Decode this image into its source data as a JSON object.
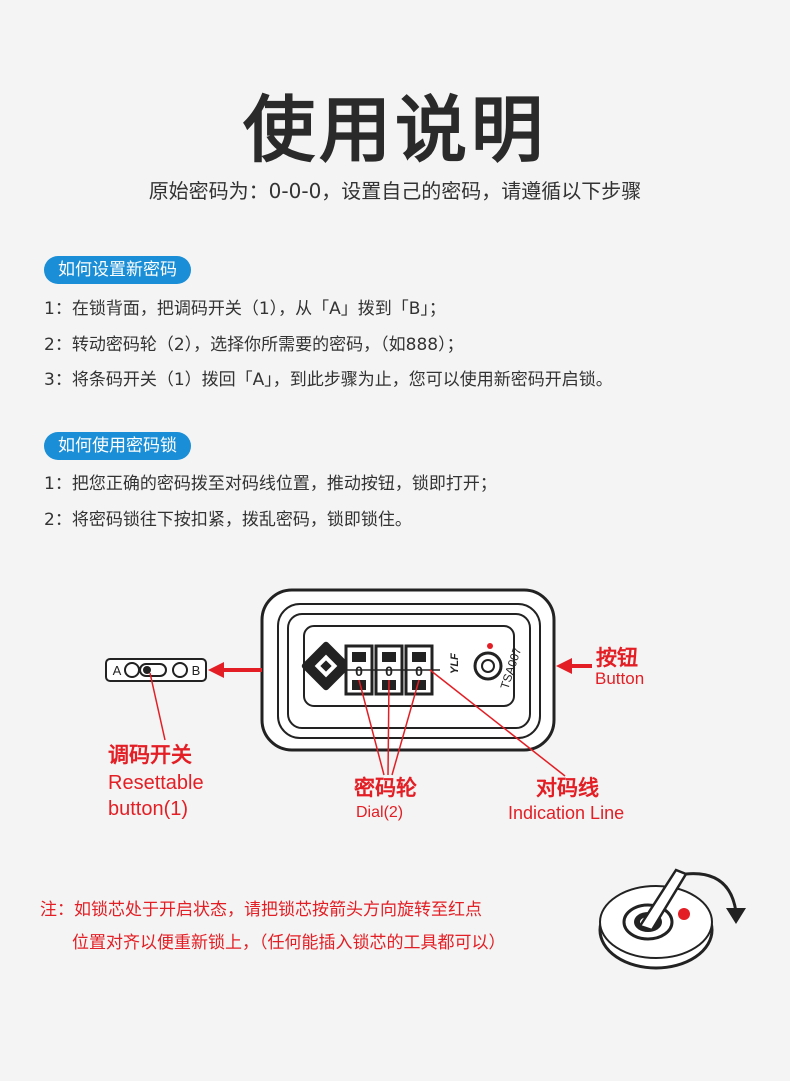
{
  "header": {
    "title": "使用说明",
    "subtitle": "原始密码为：0-0-0，设置自己的密码，请遵循以下步骤"
  },
  "set_section": {
    "heading": "如何设置新密码",
    "steps": [
      "1：在锁背面，把调码开关（1），从「A」拨到「B」；",
      "2：转动密码轮（2），选择你所需要的密码，（如888）；",
      "3：将条码开关（1）拨回「A」，到此步骤为止，您可以使用新密码开启锁。"
    ]
  },
  "use_section": {
    "heading": "如何使用密码锁",
    "steps": [
      "1：把您正确的密码拨至对码线位置，推动按钮，锁即打开；",
      "2：将密码锁往下按扣紧，拨乱密码，锁即锁住。"
    ]
  },
  "diagram": {
    "switch_a": "A",
    "switch_b": "B",
    "dial_digit": "0",
    "tsa_text": "TSA007",
    "brand_text": "YLF",
    "labels": {
      "reset_cn": "调码开关",
      "reset_en1": "Resettable",
      "reset_en2": "button(1)",
      "dial_cn": "密码轮",
      "dial_en": "Dial(2)",
      "line_cn": "对码线",
      "line_en": "Indication Line",
      "button_cn": "按钮",
      "button_en": "Button"
    },
    "accent_red": "#e31e24",
    "accent_blue": "#1a8ed6"
  },
  "note": {
    "line1": "注：如锁芯处于开启状态，请把锁芯按箭头方向旋转至红点",
    "line2": "位置对齐以便重新锁上，（任何能插入锁芯的工具都可以）"
  }
}
